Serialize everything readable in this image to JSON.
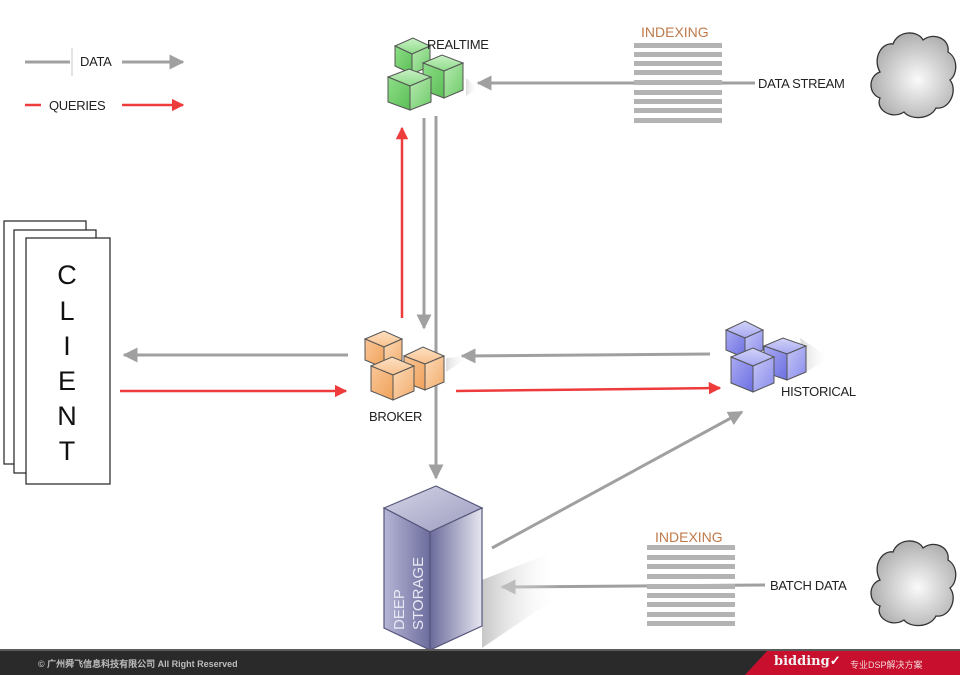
{
  "legend": {
    "data_label": "DATA",
    "queries_label": "QUERIES",
    "data_color": "#a0a0a0",
    "queries_color": "#ee3b3b"
  },
  "nodes": {
    "realtime": {
      "label": "REALTIME",
      "color": "#7ed87a"
    },
    "broker": {
      "label": "BROKER",
      "color": "#f7b67a"
    },
    "historical": {
      "label": "HISTORICAL",
      "color": "#8d8ff0"
    },
    "deep_storage": {
      "line1": "DEEP",
      "line2": "STORAGE",
      "color": "#7a7aa8"
    },
    "client": {
      "letters": [
        "C",
        "L",
        "I",
        "E",
        "N",
        "T"
      ]
    }
  },
  "sources": {
    "data_stream": {
      "label": "DATA STREAM",
      "indexing_label": "INDEXING"
    },
    "batch_data": {
      "label": "BATCH DATA",
      "indexing_label": "INDEXING"
    }
  },
  "footer": {
    "copyright": "© 广州舜飞信息科技有限公司 All Right Reserved",
    "brand": "bidding",
    "brand_check": "✓",
    "slogan": "专业DSP解决方案",
    "brand_color": "#c8102e"
  }
}
